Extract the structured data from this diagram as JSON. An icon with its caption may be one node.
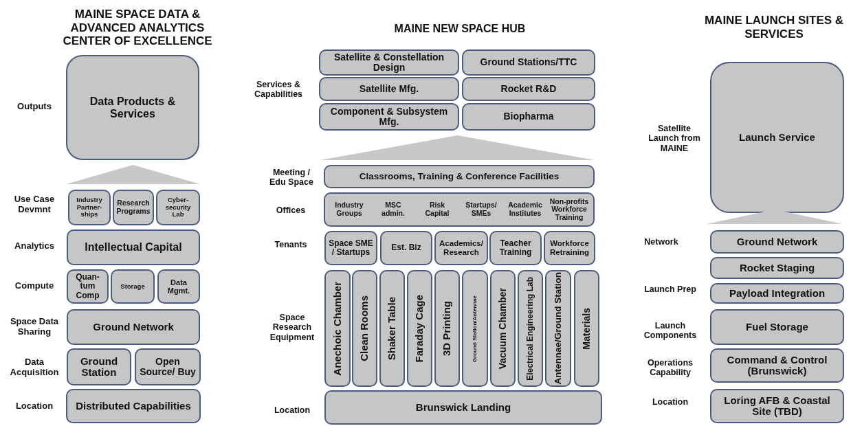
{
  "diagram": {
    "nodes": [
      {
        "text": [
          "Data Products & Services"
        ]
      },
      {
        "text": [
          "Industry Partner- ships"
        ]
      },
      {
        "text": [
          "Research Programs"
        ]
      },
      {
        "text": [
          "Cyber- security Lab"
        ]
      },
      {
        "text": [
          "Intellectual Capital"
        ]
      },
      {
        "text": [
          "Quan- tum Comp"
        ]
      },
      {
        "text": [
          "Storage"
        ]
      },
      {
        "text": [
          "Data Mgmt."
        ]
      },
      {
        "text": [
          "Ground Network"
        ]
      },
      {
        "text": [
          "Ground Station"
        ]
      },
      {
        "text": [
          "Open Source/ Buy"
        ]
      },
      {
        "text": [
          "Distributed Capabilities"
        ]
      },
      {
        "text": [
          "Satellite & Constellation Design"
        ]
      },
      {
        "text": [
          "Ground Stations/TTC"
        ]
      },
      {
        "text": [
          "Satellite Mfg."
        ]
      },
      {
        "text": [
          "Rocket R&D"
        ]
      },
      {
        "text": [
          "Component & Subsystem Mfg."
        ]
      },
      {
        "text": [
          "Biopharma"
        ]
      },
      {
        "text": [
          "Classrooms, Training & Conference Facilities"
        ]
      },
      {
        "text": [
          "Industry Groups",
          "MSC admin.",
          "Risk Capital",
          "Startups/ SMEs",
          "Academic Institutes",
          "Non-profits Workforce Training"
        ]
      },
      {
        "text": [
          "Space SME / Startups"
        ]
      },
      {
        "text": [
          "Est. Biz"
        ]
      },
      {
        "text": [
          "Academics/ Research"
        ]
      },
      {
        "text": [
          "Teacher Training"
        ]
      },
      {
        "text": [
          "Workforce Retraining"
        ]
      },
      {
        "text": [
          "Anechoic Chamber"
        ]
      },
      {
        "text": [
          "Clean Rooms"
        ]
      },
      {
        "text": [
          "Shaker Table"
        ]
      },
      {
        "text": [
          "Faraday Cage"
        ]
      },
      {
        "text": [
          "3D Printing"
        ]
      },
      {
        "text": [
          "Ground Station/Antennae"
        ]
      },
      {
        "text": [
          "Vacuum Chamber"
        ]
      },
      {
        "text": [
          "Electrical Engineering Lab"
        ]
      },
      {
        "text": [
          "Antennae/Ground Station"
        ]
      },
      {
        "text": [
          "Materials"
        ]
      },
      {
        "text": [
          "Brunswick Landing"
        ]
      },
      {
        "text": [
          "Launch Service"
        ]
      },
      {
        "text": [
          "Ground Network"
        ]
      },
      {
        "text": [
          "Rocket Staging"
        ]
      },
      {
        "text": [
          "Payload Integration"
        ]
      },
      {
        "text": [
          "Fuel Storage"
        ]
      },
      {
        "text": [
          "Command & Control (Brunswick)"
        ]
      },
      {
        "text": [
          "Loring AFB & Coastal Site (TBD)"
        ]
      },
      {
        "text": [],
        "shape": "triangle"
      },
      {
        "text": [],
        "shape": "triangle"
      },
      {
        "text": [],
        "shape": "triangle"
      }
    ],
    "labels": [
      "MAINE SPACE DATA & ADVANCED ANALYTICS CENTER OF EXCELLENCE",
      "MAINE NEW SPACE HUB",
      "MAINE LAUNCH SITES & SERVICES",
      "Outputs",
      "Use Case Devmnt",
      "Analytics",
      "Compute",
      "Space Data Sharing",
      "Data Acquisition",
      "Location",
      "Services & Capabilities",
      "Meeting / Edu Space",
      "Offices",
      "Tenants",
      "Space Research Equipment",
      "Location",
      "Satellite Launch from MAINE",
      "Network",
      "Launch Prep",
      "Launch Components",
      "Operations Capability",
      "Location"
    ]
  }
}
